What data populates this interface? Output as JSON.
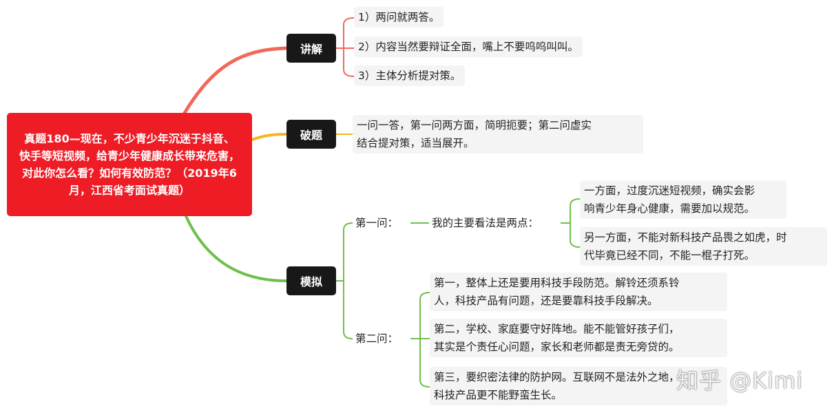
{
  "root_title": "真题180—现在，不少青少年沉迷于抖音、快手等短视频，给青少年健康成长带来危害，对此你怎么看？如何有效防范？（2019年6月，江西省考面试真题）",
  "branches": {
    "jiangjie": {
      "label": "讲解",
      "color": "#f0695a",
      "items": [
        "1）两问就两答。",
        "2）内容当然要辩证全面，嘴上不要呜呜叫叫。",
        "3）主体分析提对策。"
      ]
    },
    "poti": {
      "label": "破题",
      "color": "#f7b31c",
      "text_line1": "一问一答，第一问两方面，简明扼要；第二问虚实",
      "text_line2": "结合提对策，适当展开。"
    },
    "moni": {
      "label": "模拟",
      "color": "#6cc04a",
      "q1": {
        "label": "第一问：",
        "sub_label": "我的主要看法是两点：",
        "points": [
          [
            "一方面，过度沉迷短视频，确实会影",
            "响青少年身心健康，需要加以规范。"
          ],
          [
            "另一方面，不能对新科技产品畏之如虎，时",
            "代毕竟已经不同，不能一棍子打死。"
          ]
        ]
      },
      "q2": {
        "label": "第二问：",
        "points": [
          [
            "第一，整体上还是要用科技手段防范。解铃还须系铃",
            "人，科技产品有问题，还是要靠科技手段解决。"
          ],
          [
            "第二，学校、家庭要守好阵地。能不能管好孩子们，",
            "其实是个责任心问题，家长和老师都是责无旁贷的。"
          ],
          [
            "第三，要织密法律的防护网。互联网不是法外之地，",
            "科技产品更不能野蛮生长。"
          ]
        ]
      }
    }
  },
  "watermark": "知乎 @Kimi"
}
